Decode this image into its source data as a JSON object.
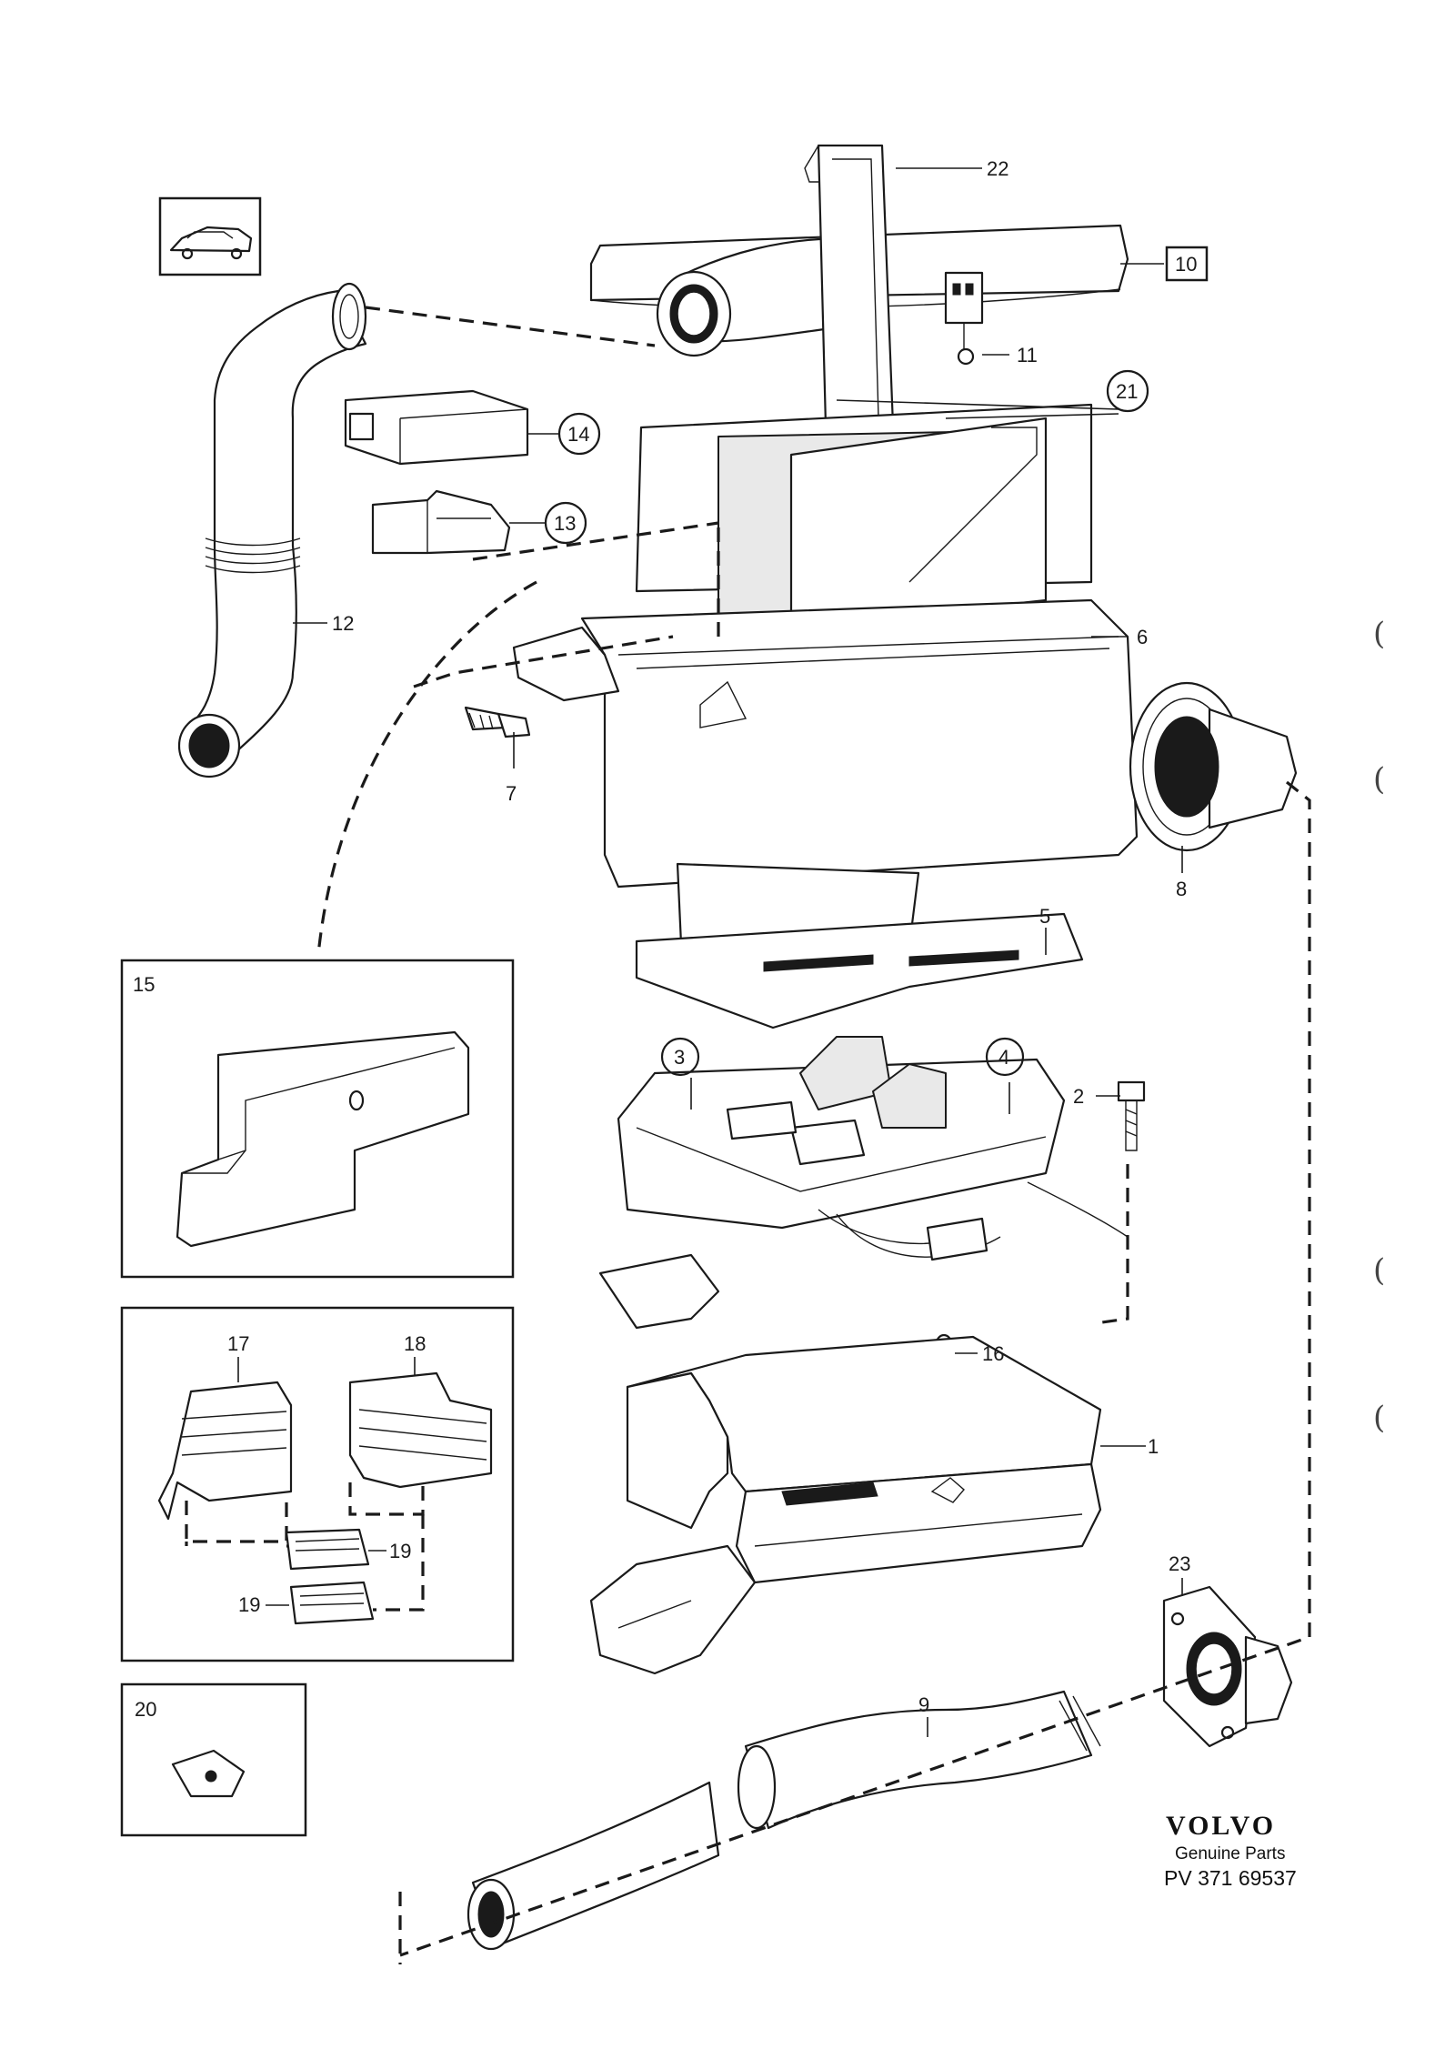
{
  "parts": {
    "p1": "1",
    "p2": "2",
    "p3": "3",
    "p4": "4",
    "p5": "5",
    "p6": "6",
    "p7": "7",
    "p8": "8",
    "p9": "9",
    "p10": "10",
    "p11": "11",
    "p12": "12",
    "p13": "13",
    "p14": "14",
    "p16": "16",
    "p21": "21",
    "p22": "22",
    "p23": "23"
  },
  "insets": {
    "i15": "15",
    "i17": "17",
    "i18": "18",
    "i19a": "19",
    "i19b": "19",
    "i20": "20"
  },
  "footer": {
    "brand": "VOLVO",
    "subtitle": "Genuine Parts",
    "code": "PV 371 69537"
  },
  "margin_marks": [
    "(",
    "(",
    "(",
    "("
  ]
}
